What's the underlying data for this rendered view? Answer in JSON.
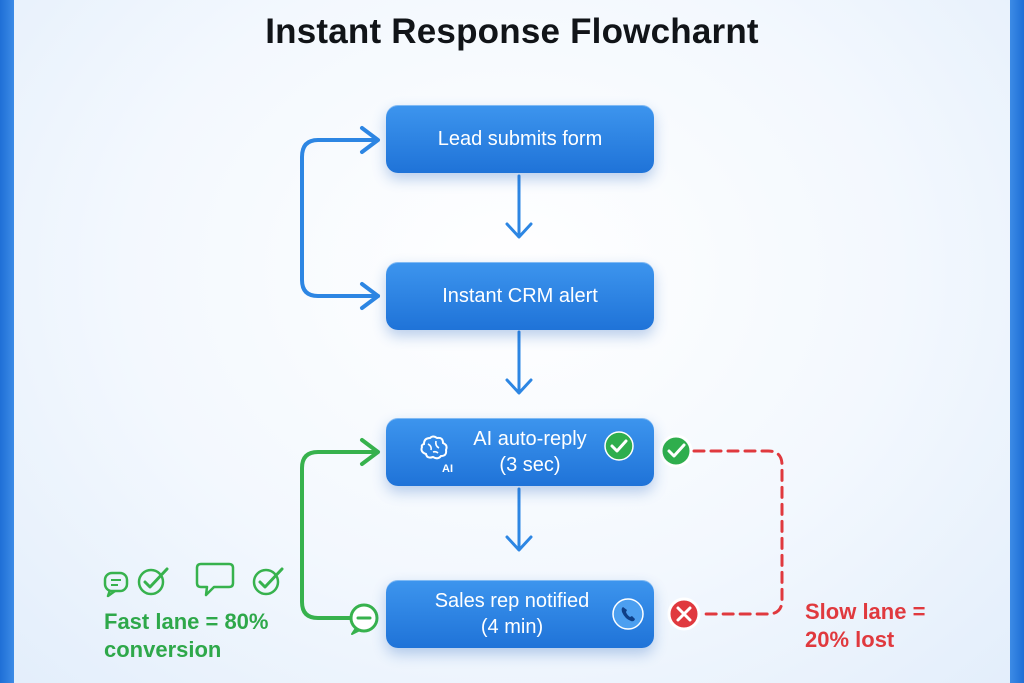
{
  "title": "Instant Response Flowcharnt",
  "nodes": {
    "lead": "Lead submits form",
    "crm": "Instant CRM alert",
    "ai_line1": "AI auto-reply",
    "ai_line2": "(3 sec)",
    "sales_line1": "Sales rep notified",
    "sales_line2": "(4 min)"
  },
  "ai_badge": "AI",
  "fast_lane": {
    "line1": "Fast lane = 80%",
    "line2": "conversion"
  },
  "slow_lane": {
    "line1": "Slow lane =",
    "line2": "20% lost"
  },
  "colors": {
    "node": "#2a82e4",
    "flow": "#2d86e3",
    "fast": "#37b24d",
    "slow": "#e0393e"
  },
  "icons": [
    "brain-ai-icon",
    "check-icon",
    "phone-icon",
    "x-icon",
    "chat-icon",
    "minus-bubble-icon"
  ]
}
